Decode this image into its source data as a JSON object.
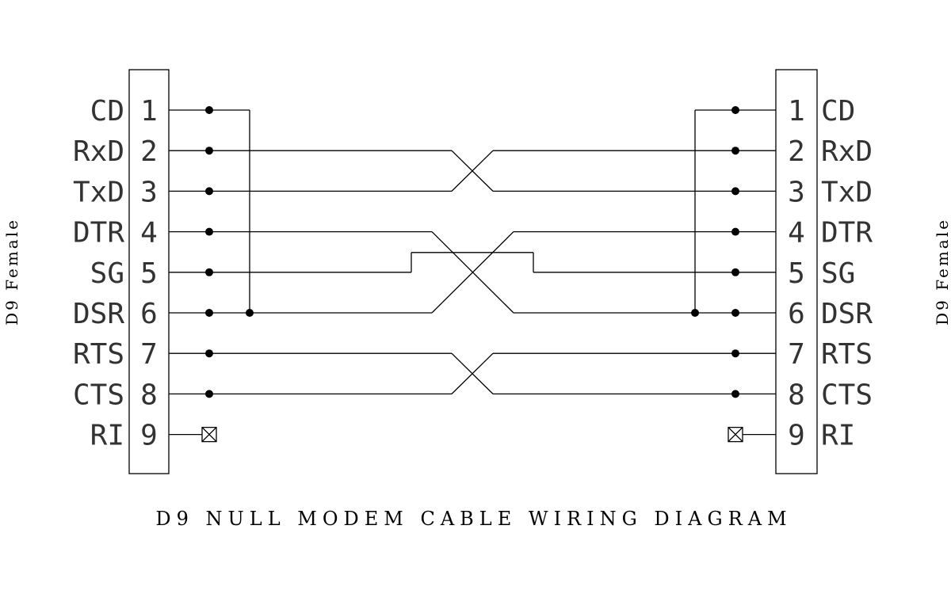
{
  "title": "D9 NULL MODEM CABLE WIRING DIAGRAM",
  "left_connector": {
    "side_label": "D9 Female",
    "pins": [
      {
        "num": "1",
        "signal": "CD"
      },
      {
        "num": "2",
        "signal": "RxD"
      },
      {
        "num": "3",
        "signal": "TxD"
      },
      {
        "num": "4",
        "signal": "DTR"
      },
      {
        "num": "5",
        "signal": "SG"
      },
      {
        "num": "6",
        "signal": "DSR"
      },
      {
        "num": "7",
        "signal": "RTS"
      },
      {
        "num": "8",
        "signal": "CTS"
      },
      {
        "num": "9",
        "signal": "RI"
      }
    ]
  },
  "right_connector": {
    "side_label": "D9 Female",
    "pins": [
      {
        "num": "1",
        "signal": "CD"
      },
      {
        "num": "2",
        "signal": "RxD"
      },
      {
        "num": "3",
        "signal": "TxD"
      },
      {
        "num": "4",
        "signal": "DTR"
      },
      {
        "num": "5",
        "signal": "SG"
      },
      {
        "num": "6",
        "signal": "DSR"
      },
      {
        "num": "7",
        "signal": "RTS"
      },
      {
        "num": "8",
        "signal": "CTS"
      },
      {
        "num": "9",
        "signal": "RI"
      }
    ]
  },
  "connections": [
    {
      "from": "2",
      "to": "3"
    },
    {
      "from": "3",
      "to": "2"
    },
    {
      "from": "4",
      "to": "6"
    },
    {
      "from": "5",
      "to": "5"
    },
    {
      "from": "6",
      "to": "4"
    },
    {
      "from": "7",
      "to": "8"
    },
    {
      "from": "8",
      "to": "7"
    }
  ],
  "jumpers": {
    "left": [
      "1",
      "6"
    ],
    "right": [
      "1",
      "6"
    ]
  },
  "unconnected": [
    "9"
  ]
}
